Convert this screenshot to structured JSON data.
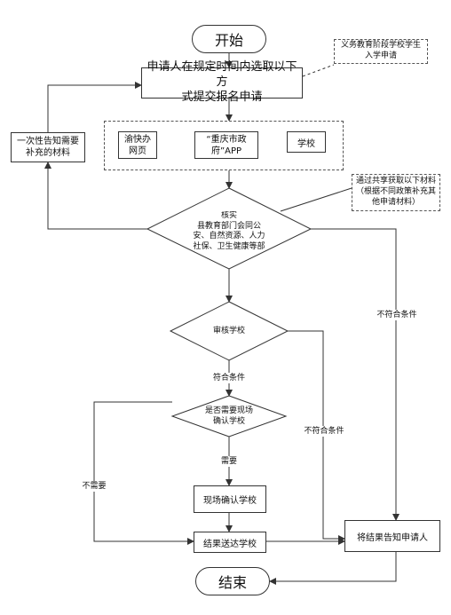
{
  "start": "开始",
  "end": "结束",
  "apply_step": [
    "申请人在规定时间内选取以下方",
    "式提交报名申请"
  ],
  "note_compulsory": [
    "义务教育阶段学校学生",
    "入学申请"
  ],
  "channels": [
    {
      "lines": [
        "渝快办",
        "网页"
      ]
    },
    {
      "lines": [
        "“重庆市政",
        "府”APP"
      ]
    },
    {
      "lines": [
        "学校"
      ]
    }
  ],
  "supplement_box": [
    "一次性告知需要",
    "补充的材料"
  ],
  "shared_materials_note": [
    "通过共享获取以下材料",
    "（根据不同政策补充其",
    "他申请材料）"
  ],
  "verify_decision": [
    "核实",
    "县教育部门会同公",
    "安、自然资源、人力",
    "社保、卫生健康等部"
  ],
  "review_decision": "审核学校",
  "eligible_label": "符合条件",
  "onsite_decision": [
    "是否需要现场",
    "确认学校"
  ],
  "need_label": "需要",
  "no_need_label": "不需要",
  "onsite_confirm": "现场确认学校",
  "deliver_result": "结果送达学校",
  "notify_applicant": "将结果告知申请人",
  "ineligible_label_1": "不符合条件",
  "ineligible_label_2": "不符合条件",
  "line_color": "#333333"
}
